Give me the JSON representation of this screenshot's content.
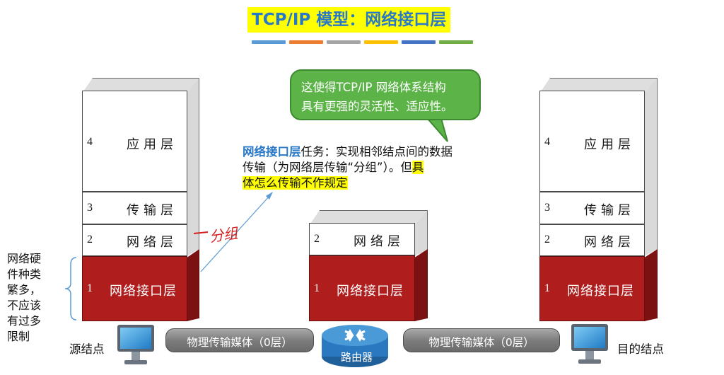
{
  "title": "TCP/IP 模型：网络接口层",
  "title_bar_colors": [
    "#5b9bd5",
    "#ed7d31",
    "#a5a5a5",
    "#ffc000",
    "#4472c4",
    "#70ad47"
  ],
  "left_stack": {
    "layers": [
      {
        "num": "4",
        "name": "应用层"
      },
      {
        "num": "3",
        "name": "传输层"
      },
      {
        "num": "2",
        "name": "网络层"
      },
      {
        "num": "1",
        "name": "网络接口层"
      }
    ]
  },
  "middle_stack": {
    "layers": [
      {
        "num": "2",
        "name": "网络层"
      },
      {
        "num": "1",
        "name": "网络接口层"
      }
    ]
  },
  "right_stack": {
    "layers": [
      {
        "num": "4",
        "name": "应用层"
      },
      {
        "num": "3",
        "name": "传输层"
      },
      {
        "num": "2",
        "name": "网络层"
      },
      {
        "num": "1",
        "name": "网络接口层"
      }
    ]
  },
  "bubble": {
    "line1": "这使得TCP/IP 网络体系结构",
    "line2": "具有更强的灵活性、适应性。"
  },
  "description": {
    "term": "网络接口层",
    "line1_rest": "任务：实现相邻结点间的数据",
    "line2_a": "传输（为网络层传输“分组”）。但",
    "line2_hl": "具",
    "line3_hl": "体怎么传输不作规定"
  },
  "annotation": "分组",
  "side_note": [
    "网络硬",
    "件种类",
    "繁多，",
    "不应该",
    "有过多",
    "限制"
  ],
  "source_label": "源结点",
  "dest_label": "目的结点",
  "media_left": "物理传输媒体（0层）",
  "media_right": "物理传输媒体（0层）",
  "router_label": "路由器",
  "colors": {
    "title_bg": "#ffff00",
    "title_text": "#2a78c8",
    "red_layer": "#b01d1d",
    "bubble": "#5cb448"
  }
}
